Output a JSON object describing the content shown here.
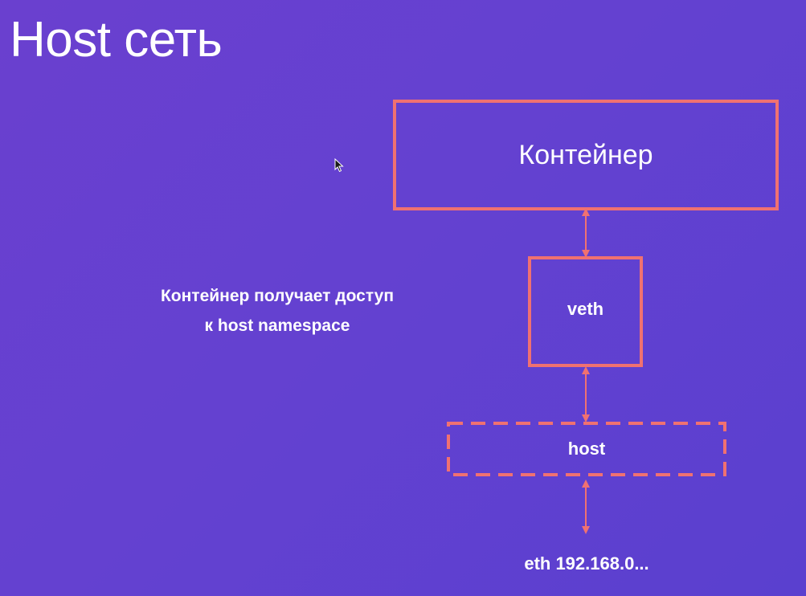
{
  "title": "Host сеть",
  "description": {
    "line1": "Контейнер получает доступ",
    "line2": "к host namespace"
  },
  "diagram": {
    "container_label": "Контейнер",
    "veth_label": "veth",
    "host_label": "host",
    "eth_label": "eth 192.168.0..."
  },
  "colors": {
    "accent": "#f07171",
    "background": "#6441d0",
    "text": "#ffffff"
  }
}
